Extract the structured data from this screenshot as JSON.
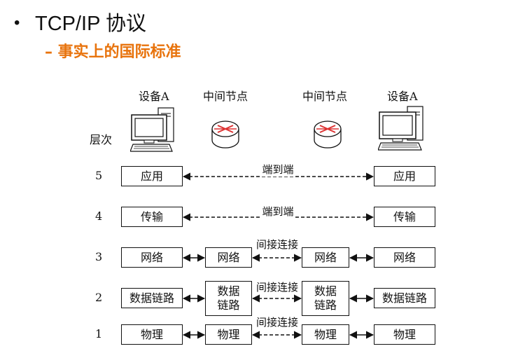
{
  "title": "TCP/IP 协议",
  "subtitle": "– 事实上的国际标准",
  "colors": {
    "accent": "#E8730C",
    "text": "#111111"
  },
  "icons": {
    "left_device": "desktop-computer-icon",
    "mid1": "router-icon",
    "mid2": "router-icon",
    "right_device": "desktop-computer-icon"
  },
  "columns": {
    "left": "设备A",
    "mid1": "中间节点",
    "mid2": "中间节点",
    "right": "设备A"
  },
  "layer_header": "层次",
  "layers": {
    "l5": {
      "num": "5",
      "left": "应用",
      "right": "应用",
      "link": "端到端"
    },
    "l4": {
      "num": "4",
      "left": "传输",
      "right": "传输",
      "link": "端到端"
    },
    "l3": {
      "num": "3",
      "left": "网络",
      "mid1": "网络",
      "mid2": "网络",
      "right": "网络",
      "link": "间接连接"
    },
    "l2": {
      "num": "2",
      "left": "数据链路",
      "mid1": "数据\n链路",
      "mid2": "数据\n链路",
      "right": "数据链路",
      "link": "间接连接"
    },
    "l1": {
      "num": "1",
      "left": "物理",
      "mid1": "物理",
      "mid2": "物理",
      "right": "物理",
      "link": "间接连接"
    }
  }
}
